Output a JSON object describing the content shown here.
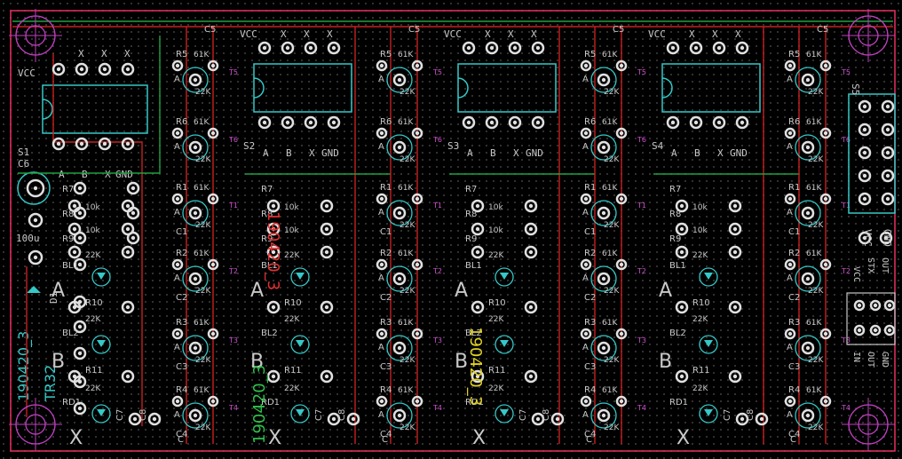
{
  "board": {
    "colors": {
      "background": "#000000",
      "copper_red": "#c82020",
      "copper_green": "#20a040",
      "pad": "#e0e0e0",
      "outline": "#e83060",
      "mount": "#c040c0",
      "silk": "#c8c8c8",
      "cyan": "#35c8c8"
    },
    "left_texts": {
      "vcc": "VCC",
      "s1": "S1",
      "c6": "C6",
      "a": "A",
      "b": "B",
      "x": "X",
      "gnd": "GND",
      "cap_value": "100u",
      "d1": "D1",
      "version": "190420_3",
      "board_name": "TR32"
    },
    "header_texts": {
      "vcc": "VCC",
      "x": "X"
    },
    "module_texts": {
      "s_labels": [
        "S2",
        "S3",
        "S4"
      ],
      "a": "A",
      "b": "B",
      "x": "X",
      "gnd": "GND",
      "r7": "R7",
      "r8": "R8",
      "r9": "R9",
      "r10": "R10",
      "r11": "R11",
      "bl1": "BL1",
      "bl2": "BL2",
      "rd1": "RD1",
      "v10k": "10k",
      "v22k": "22K",
      "big_a": "A",
      "big_b": "B",
      "cross": "X",
      "c7": "C7",
      "c8": "C8"
    },
    "column_texts": {
      "c5": "C5",
      "r5": "R5",
      "r6": "R6",
      "r1": "R1",
      "r2": "R2",
      "r3": "R3",
      "r4": "R4",
      "c1": "C1",
      "c2": "C2",
      "c3": "C3",
      "c4": "C4",
      "t1": "T1",
      "t2": "T2",
      "t3": "T3",
      "t4": "T4",
      "t5": "T5",
      "t6": "T6",
      "v61k": "61K",
      "v22k": "22K",
      "c": "C",
      "a": "A"
    },
    "overlays": {
      "green_version": "190420_3",
      "red_version": "190420_3",
      "yellow_version": "190420_3"
    },
    "connectors": {
      "s5": "S5",
      "vcc": "VCC",
      "gnd": "GND",
      "stx": "STX",
      "out": "OUT",
      "in": "IN",
      "x": "X"
    }
  }
}
